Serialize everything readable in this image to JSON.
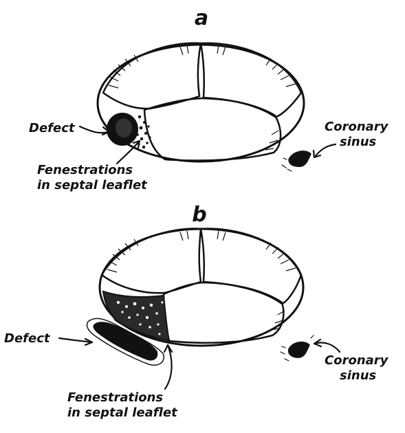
{
  "panels": [
    {
      "letter": "a",
      "labels": {
        "defect": "Defect",
        "fenestrations_line1": "Fenestrations",
        "fenestrations_line2": "in septal leaflet",
        "coronary_line1": "Coronary",
        "coronary_line2": "sinus"
      }
    },
    {
      "letter": "b",
      "labels": {
        "defect": "Defect",
        "fenestrations_line1": "Fenestrations",
        "fenestrations_line2": "in septal leaflet",
        "coronary_line1": "Coronary",
        "coronary_line2": "sinus"
      }
    }
  ],
  "colors": {
    "ink": "#111111",
    "paper": "#ffffff"
  }
}
